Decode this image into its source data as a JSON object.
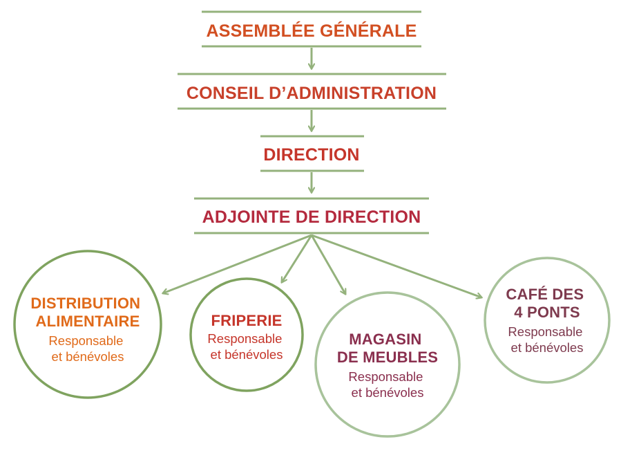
{
  "colors": {
    "line": "#94b27c",
    "circle_dark": "#7fa35f",
    "circle_light": "#a8c39b",
    "orange": "#e06a1a",
    "red": "#c5352a",
    "crimson": "#b42a3e",
    "plum": "#8a2f4e",
    "maroon": "#7e3a4e"
  },
  "hierarchy": [
    {
      "label": "ASSEMBLÉE GÉNÉRALE"
    },
    {
      "label": "CONSEIL D’ADMINISTRATION"
    },
    {
      "label": "DIRECTION"
    },
    {
      "label": "ADJOINTE DE DIRECTION"
    }
  ],
  "units": [
    {
      "title_lines": [
        "DISTRIBUTION",
        "ALIMENTAIRE"
      ],
      "sub_lines": [
        "Responsable",
        "et bénévoles"
      ]
    },
    {
      "title_lines": [
        "FRIPERIE"
      ],
      "sub_lines": [
        "Responsable",
        "et bénévoles"
      ]
    },
    {
      "title_lines": [
        "MAGASIN",
        "DE MEUBLES"
      ],
      "sub_lines": [
        "Responsable",
        "et bénévoles"
      ]
    },
    {
      "title_lines": [
        "CAFÉ DES",
        "4 PONTS"
      ],
      "sub_lines": [
        "Responsable",
        "et bénévoles"
      ]
    }
  ]
}
